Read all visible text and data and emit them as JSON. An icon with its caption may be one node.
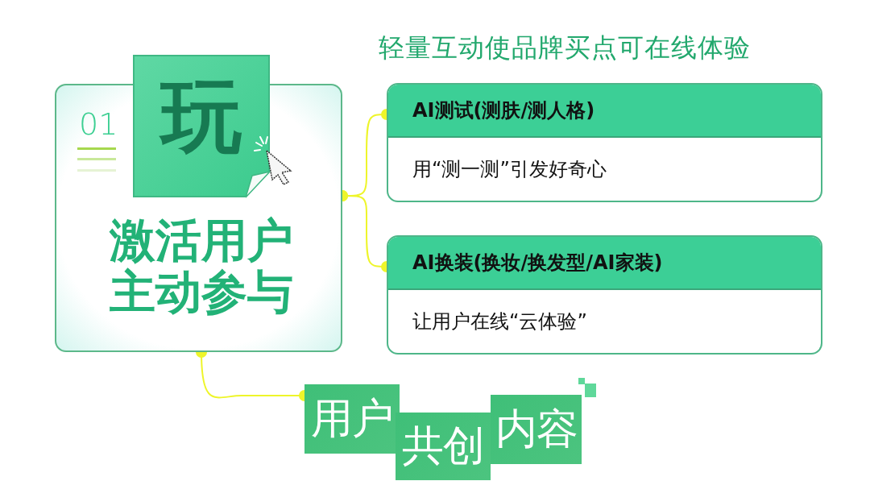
{
  "diagram": {
    "title": "轻量互动使品牌买点可在线体验",
    "nodes": [
      {
        "text": [
          "01",
          "激活用户主动参与"
        ]
      },
      {
        "text": [
          "玩"
        ]
      },
      {
        "text": [
          "AI测试(测肤/测人格)",
          "用“测一测”引发好奇心"
        ]
      },
      {
        "text": [
          "AI换装(换妆/换发型/AI家装)",
          "让用户在线“云体验”"
        ]
      },
      {
        "text": [
          "用户"
        ]
      },
      {
        "text": [
          "共创"
        ]
      },
      {
        "text": [
          "内容"
        ]
      }
    ],
    "edges": [
      {
        "from": 0,
        "to": 2,
        "arrow": "other"
      },
      {
        "from": 0,
        "to": 3,
        "arrow": "other"
      },
      {
        "from": 0,
        "to": 4,
        "arrow": "other"
      }
    ]
  }
}
